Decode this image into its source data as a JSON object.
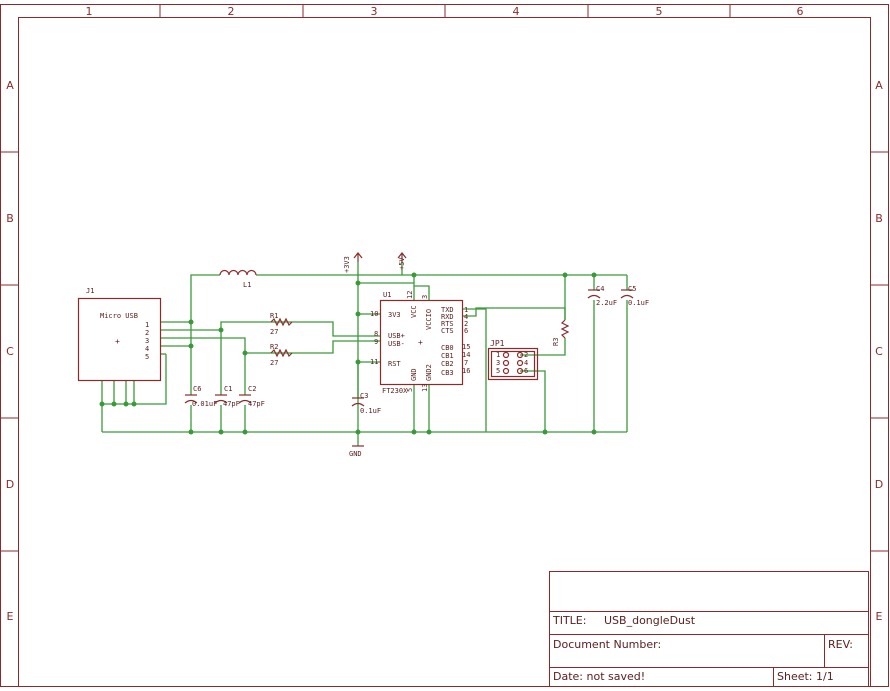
{
  "frame": {
    "columns": [
      "1",
      "2",
      "3",
      "4",
      "5",
      "6"
    ],
    "rows": [
      "A",
      "B",
      "C",
      "D",
      "E"
    ]
  },
  "title_block": {
    "title_label": "TITLE:",
    "title_value": "USB_dongleDust",
    "docnum_label": "Document Number:",
    "rev_label": "REV:",
    "date_text": "Date: not saved!",
    "sheet_text": "Sheet: 1/1"
  },
  "parts": {
    "j1": {
      "ref": "J1",
      "value": "Micro USB",
      "pins": [
        "1",
        "2",
        "3",
        "4",
        "5"
      ],
      "center": "+"
    },
    "l1": {
      "ref": "L1"
    },
    "r1": {
      "ref": "R1",
      "value": "27"
    },
    "r2": {
      "ref": "R2",
      "value": "27"
    },
    "r3": {
      "ref": "R3"
    },
    "c1": {
      "ref": "C1",
      "value": "47pF"
    },
    "c2": {
      "ref": "C2",
      "value": "47pF"
    },
    "c3": {
      "ref": "C3",
      "value": "0.1uF"
    },
    "c4": {
      "ref": "C4",
      "value": "2.2uF"
    },
    "c5": {
      "ref": "C5",
      "value": "0.1uF"
    },
    "c6": {
      "ref": "C6",
      "value": "0.01uF"
    },
    "u1": {
      "ref": "U1",
      "value": "FT230X",
      "center": "+",
      "left_pins": [
        {
          "name": "3V3",
          "num": "10"
        },
        {
          "name": "USB+",
          "num": "8"
        },
        {
          "name": "USB-",
          "num": "9"
        },
        {
          "name": "RST",
          "num": "11"
        }
      ],
      "top_pins": [
        {
          "name": "VCC",
          "num": "12"
        },
        {
          "name": "VCCIO",
          "num": "3"
        }
      ],
      "right_pins": [
        {
          "name": "TXD",
          "num": "1"
        },
        {
          "name": "RXD",
          "num": "4"
        },
        {
          "name": "RTS",
          "num": "2"
        },
        {
          "name": "CTS",
          "num": "6"
        },
        {
          "name": "CB0",
          "num": "15"
        },
        {
          "name": "CB1",
          "num": "14"
        },
        {
          "name": "CB2",
          "num": "7"
        },
        {
          "name": "CB3",
          "num": "16"
        }
      ],
      "bottom_pins": [
        {
          "name": "GND",
          "num": "5"
        },
        {
          "name": "GND2",
          "num": "13"
        }
      ]
    },
    "jp1": {
      "ref": "JP1",
      "pins": [
        "1",
        "2",
        "3",
        "4",
        "5",
        "6"
      ]
    }
  },
  "supplies": {
    "v3v3": "+3V3",
    "v5": "+5V",
    "gnd": "GND"
  }
}
